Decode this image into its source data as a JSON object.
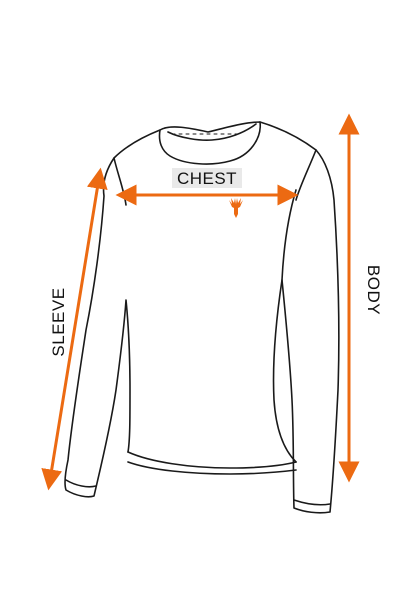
{
  "diagram": {
    "labels": {
      "chest": "CHEST",
      "sleeve": "SLEEVE",
      "body": "BODY"
    },
    "colors": {
      "arrow": "#ec6a12",
      "outline": "#1a1a1a",
      "logo": "#ec6a12",
      "label_bg": "#e9e9e9"
    },
    "icons": {
      "logo": "deer-head-icon"
    }
  }
}
